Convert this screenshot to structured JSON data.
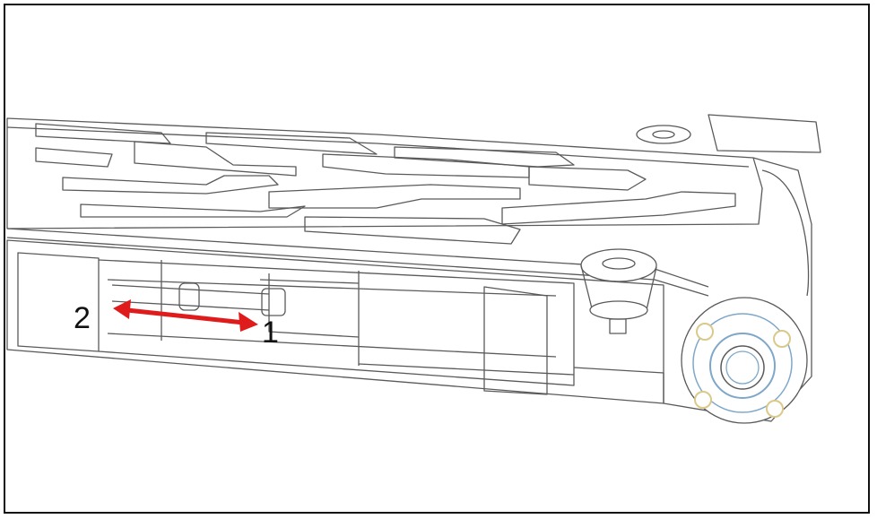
{
  "diagram": {
    "callouts": [
      {
        "id": "1",
        "text": "1"
      },
      {
        "id": "2",
        "text": "2"
      }
    ],
    "arrow_color": "#e01b1b",
    "line_color": "#5a5a5a",
    "accent_blue": "#7fa7c9",
    "accent_yellow": "#d9c98a"
  }
}
